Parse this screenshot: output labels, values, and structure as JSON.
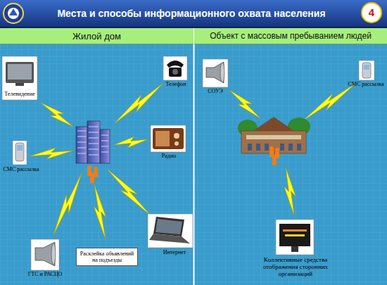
{
  "diagram": {
    "title": "Места и способы информационного охвата населения",
    "nodes": [
      {
        "text": [
          "Жилой дом"
        ]
      },
      {
        "text": [
          "Объект с массовым пребыванием людей"
        ]
      },
      {
        "text": [
          "Расклейка объявлений на подъезды"
        ],
        "in": 0
      }
    ],
    "labels": [
      "4",
      "Телевидение",
      "Телефон",
      "СМС рассылка",
      "Радио",
      "ГТС и РАСЦО",
      "Интернет",
      "СОУЭ",
      "СМС рассылка",
      "Коллективные средства отображения сторонних организаций"
    ]
  }
}
